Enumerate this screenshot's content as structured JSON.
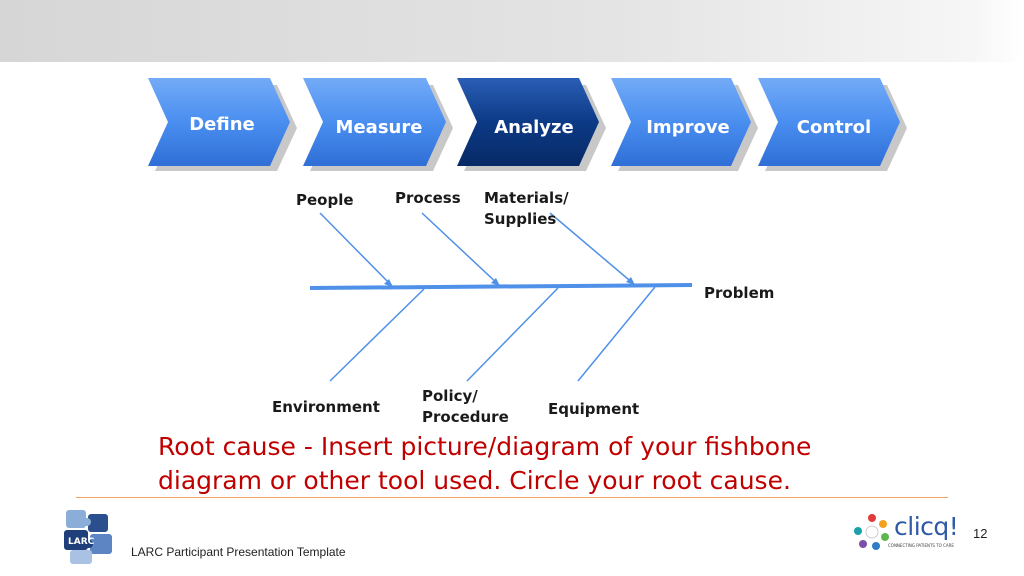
{
  "steps": [
    {
      "label": "Define",
      "active": false
    },
    {
      "label": "Measure",
      "active": false
    },
    {
      "label": "Analyze",
      "active": true
    },
    {
      "label": "Improve",
      "active": false
    },
    {
      "label": "Control",
      "active": false
    }
  ],
  "colors": {
    "step_fill": "#4a8ef0",
    "step_active_fill": "#0c3a86",
    "fishbone_line": "#4f90e8",
    "caption": "#c00000",
    "rule": "#f4a460"
  },
  "fishbone": {
    "top_causes": {
      "people": "People",
      "process": "Process",
      "materials": "Materials/\nSupplies"
    },
    "bottom_causes": {
      "environment": "Environment",
      "policy": "Policy/\nProcedure",
      "equipment": "Equipment"
    },
    "effect": "Problem"
  },
  "caption": "Root cause - Insert picture/diagram of your fishbone diagram or other tool used. Circle your root cause.",
  "footer": {
    "template_name": "LARC Participant Presentation Template",
    "page_number": "12"
  },
  "logos": {
    "larc_text": "LARC",
    "clicq_text": "clicq!",
    "clicq_tagline": "CONNECTING PATIENTS TO CARE"
  }
}
